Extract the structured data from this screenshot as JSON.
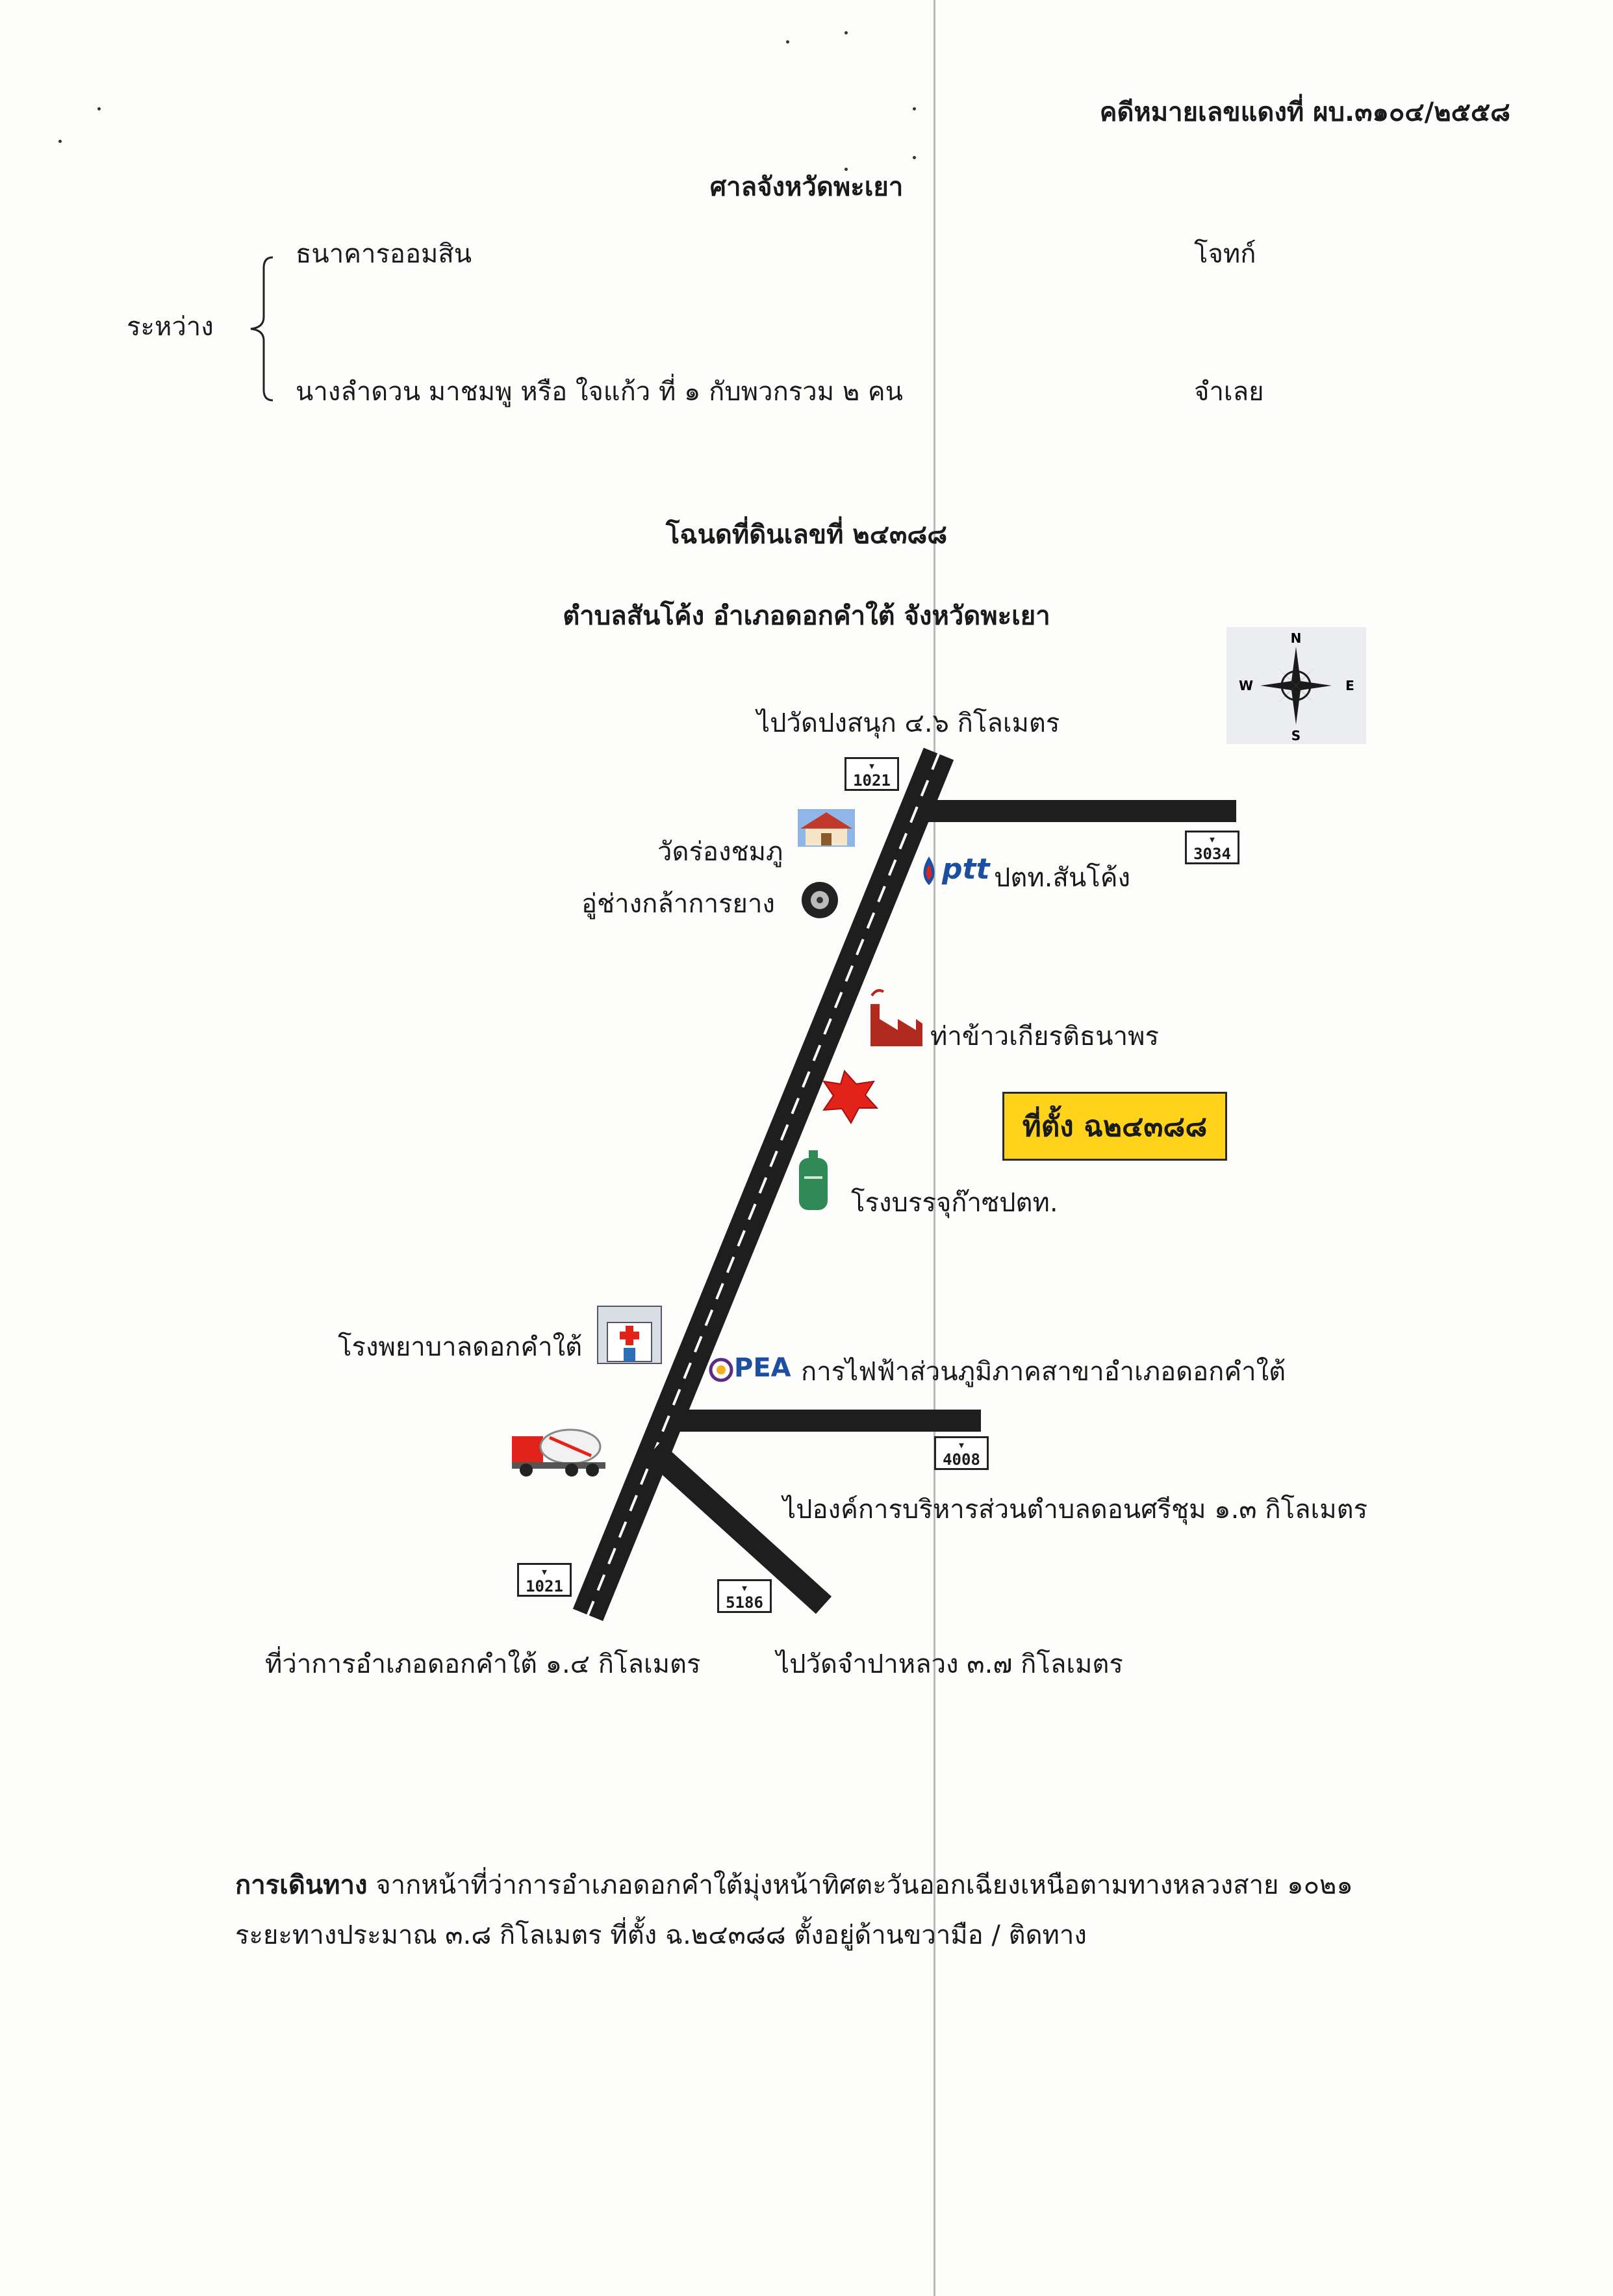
{
  "case_number": "คดีหมายเลขแดงที่ ผบ.๓๑๐๔/๒๕๕๘",
  "court": "ศาลจังหวัดพะเยา",
  "parties": {
    "between_label": "ระหว่าง",
    "plaintiff_name": "ธนาคารออมสิน",
    "plaintiff_role": "โจทก์",
    "defendant_name": "นางลำดวน มาชมพู หรือ ใจแก้ว ที่ ๑ กับพวกรวม ๒ คน",
    "defendant_role": "จำเลย"
  },
  "deed_title": "โฉนดที่ดินเลขที่ ๒๔๓๘๘",
  "location_line": "ตำบลสันโค้ง อำเภอดอกคำใต้ จังหวัดพะเยา",
  "compass": {
    "n": "N",
    "s": "S",
    "e": "E",
    "w": "W"
  },
  "map": {
    "road_numbers": {
      "top_1021": "1021",
      "r3034": "3034",
      "r4008": "4008",
      "bottom_1021": "1021",
      "r5186": "5186"
    },
    "labels": {
      "to_wat_pong_sanuk": "ไปวัดปงสนุก ๔.๖ กิโลเมตร",
      "wat_rong_chomphu": "วัดร่องชมภู",
      "tire_shop": "อู่ช่างกล้าการยาง",
      "ptt_station": "ปตท.สันโค้ง",
      "ptt_logo": "ptt",
      "rice_mill": "ท่าข้าวเกียรติธนาพร",
      "gas_plant": "โรงบรรจุก๊าซปตท.",
      "hospital": "โรงพยาบาลดอกคำใต้",
      "pea_logo": "PEA",
      "pea_office": "การไฟฟ้าส่วนภูมิภาคสาขาอำเภอดอกคำใต้",
      "to_sao": "ไปองค์การบริหารส่วนตำบลดอนศรีชุม ๑.๓ กิโลเมตร",
      "district_office": "ที่ว่าการอำเภอดอกคำใต้ ๑.๔ กิโลเมตร",
      "to_wat_champa": "ไปวัดจำปาหลวง ๓.๗ กิโลเมตร"
    },
    "site_label": "ที่ตั้ง ฉ๒๔๓๘๘"
  },
  "directions": {
    "heading": "การเดินทาง",
    "line1": "จากหน้าที่ว่าการอำเภอดอกคำใต้มุ่งหน้าทิศตะวันออกเฉียงเหนือตามทางหลวงสาย ๑๐๒๑",
    "line2": "ระยะทางประมาณ ๓.๘ กิโลเมตร ที่ตั้ง ฉ.๒๔๓๘๘ ตั้งอยู่ด้านขวามือ / ติดทาง"
  },
  "colors": {
    "road": "#1e1e1e",
    "site_box": "#ffd21c",
    "site_marker": "#e2231a",
    "ptt_blue": "#1c4fa0",
    "pea_purple": "#5b2c83"
  }
}
